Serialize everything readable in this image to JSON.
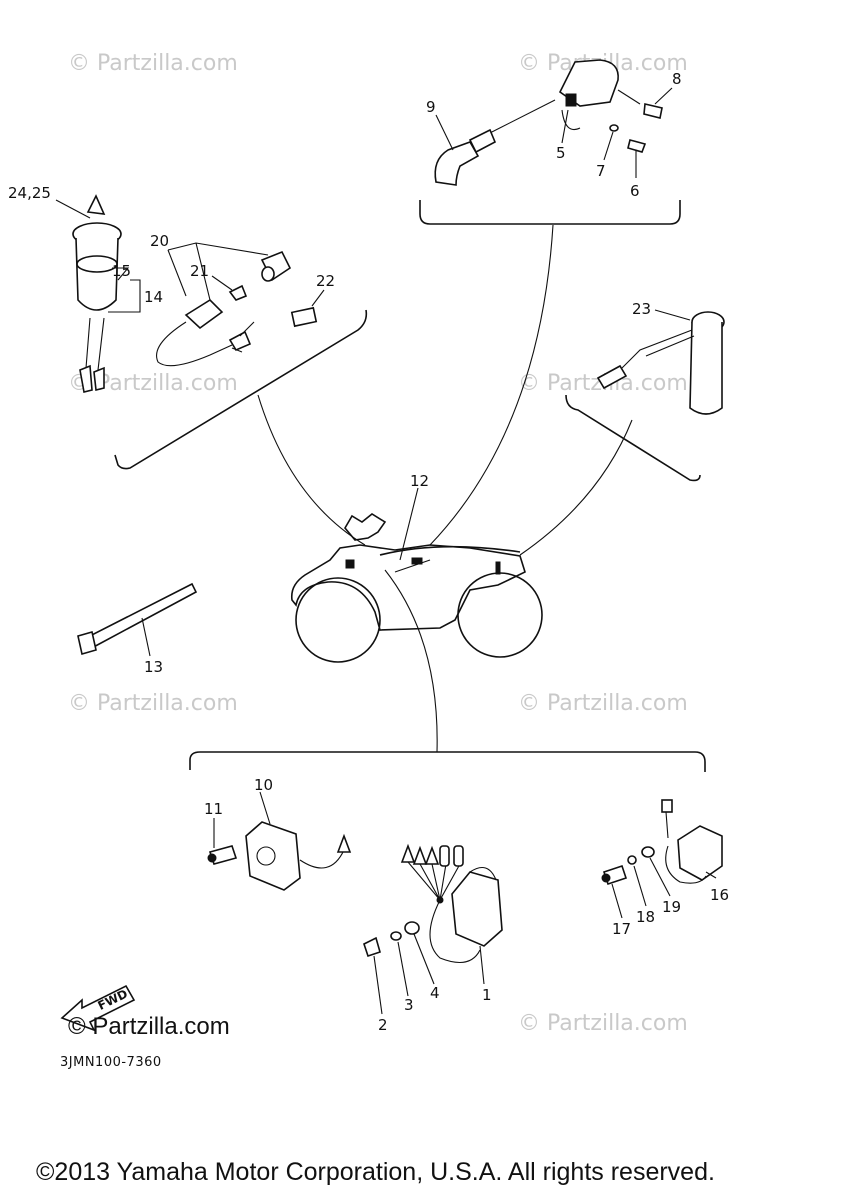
{
  "watermark": "© Partzilla.com",
  "footer": {
    "copyright": "©2013 Yamaha Motor Corporation, U.S.A. All rights reserved.",
    "diagram_code": "3JMN100-7360",
    "fwd_label": "FWD"
  },
  "callouts": {
    "c1": "1",
    "c2": "2",
    "c3": "3",
    "c4": "4",
    "c5": "5",
    "c6": "6",
    "c7": "7",
    "c8": "8",
    "c9": "9",
    "c10": "10",
    "c11": "11",
    "c12": "12",
    "c13": "13",
    "c14": "14",
    "c15": "15",
    "c16": "16",
    "c17": "17",
    "c18": "18",
    "c19": "19",
    "c20": "20",
    "c21": "21",
    "c22": "22",
    "c23": "23",
    "c24_25": "24,25"
  }
}
